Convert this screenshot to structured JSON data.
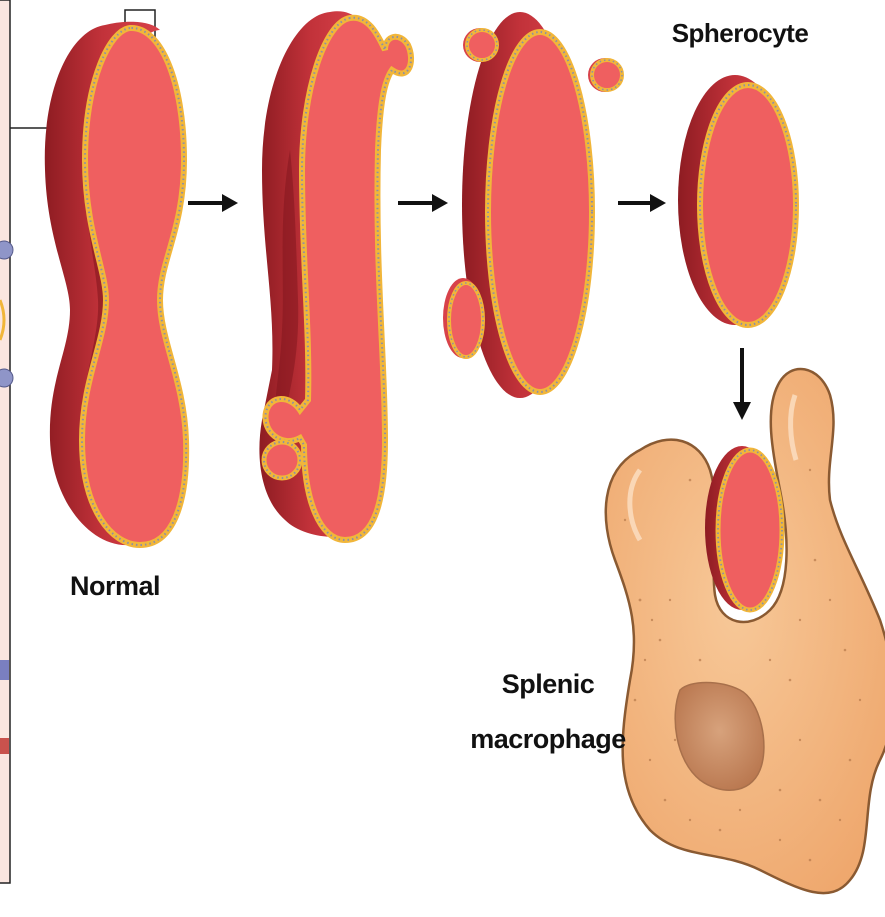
{
  "labels": {
    "normal": "Normal",
    "spherocyte": "Spherocyte",
    "macrophage_line1": "Splenic",
    "macrophage_line2": "macrophage"
  },
  "colors": {
    "cell_face": "#ef5f60",
    "cell_rim_dark": "#a8262b",
    "cell_rim_light": "#d8424a",
    "membrane": "#f1b63a",
    "membrane_dots": "#8a8fa8",
    "macrophage_fill": "#f3b77f",
    "macrophage_edge": "#8a5a32",
    "nucleus": "#c98a62",
    "arrow": "#111111",
    "inset_panel": "#fbe6e0"
  },
  "icons": {
    "arrow": "right-arrow-icon",
    "down_arrow": "down-arrow-icon"
  }
}
